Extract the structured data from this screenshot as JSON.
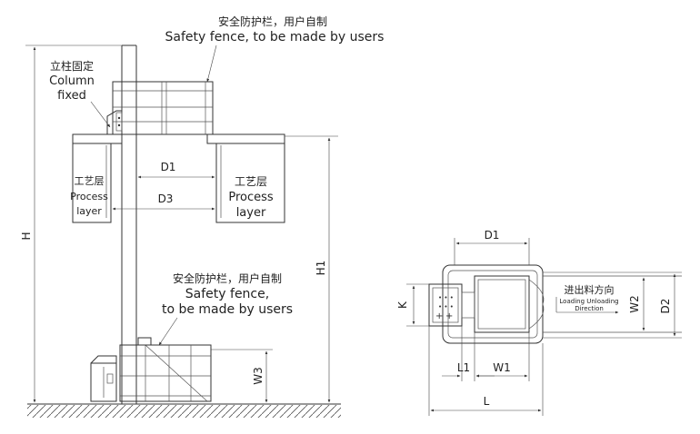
{
  "side_view": {
    "fence_top": {
      "cn": "安全防护栏，用户自制",
      "en": "Safety fence, to be made by users"
    },
    "column": {
      "cn": "立柱固定",
      "en1": "Column",
      "en2": "fixed"
    },
    "process_left": {
      "cn": "工艺层",
      "en1": "Process",
      "en2": "layer"
    },
    "process_right": {
      "cn": "工艺层",
      "en1": "Process",
      "en2": "layer"
    },
    "fence_bottom": {
      "cn": "安全防护栏，用户自制",
      "en1": "Safety fence,",
      "en2": "to be made by users"
    },
    "dims": {
      "H": "H",
      "H1": "H1",
      "D1": "D1",
      "D3": "D3",
      "W3": "W3"
    }
  },
  "plan_view": {
    "direction": {
      "cn": "进出料方向",
      "en1": "Loading Unloading",
      "en2": "Direction"
    },
    "dims": {
      "D1": "D1",
      "K": "K",
      "W2": "W2",
      "D2": "D2",
      "L1": "L1",
      "W1": "W1",
      "L": "L"
    }
  }
}
